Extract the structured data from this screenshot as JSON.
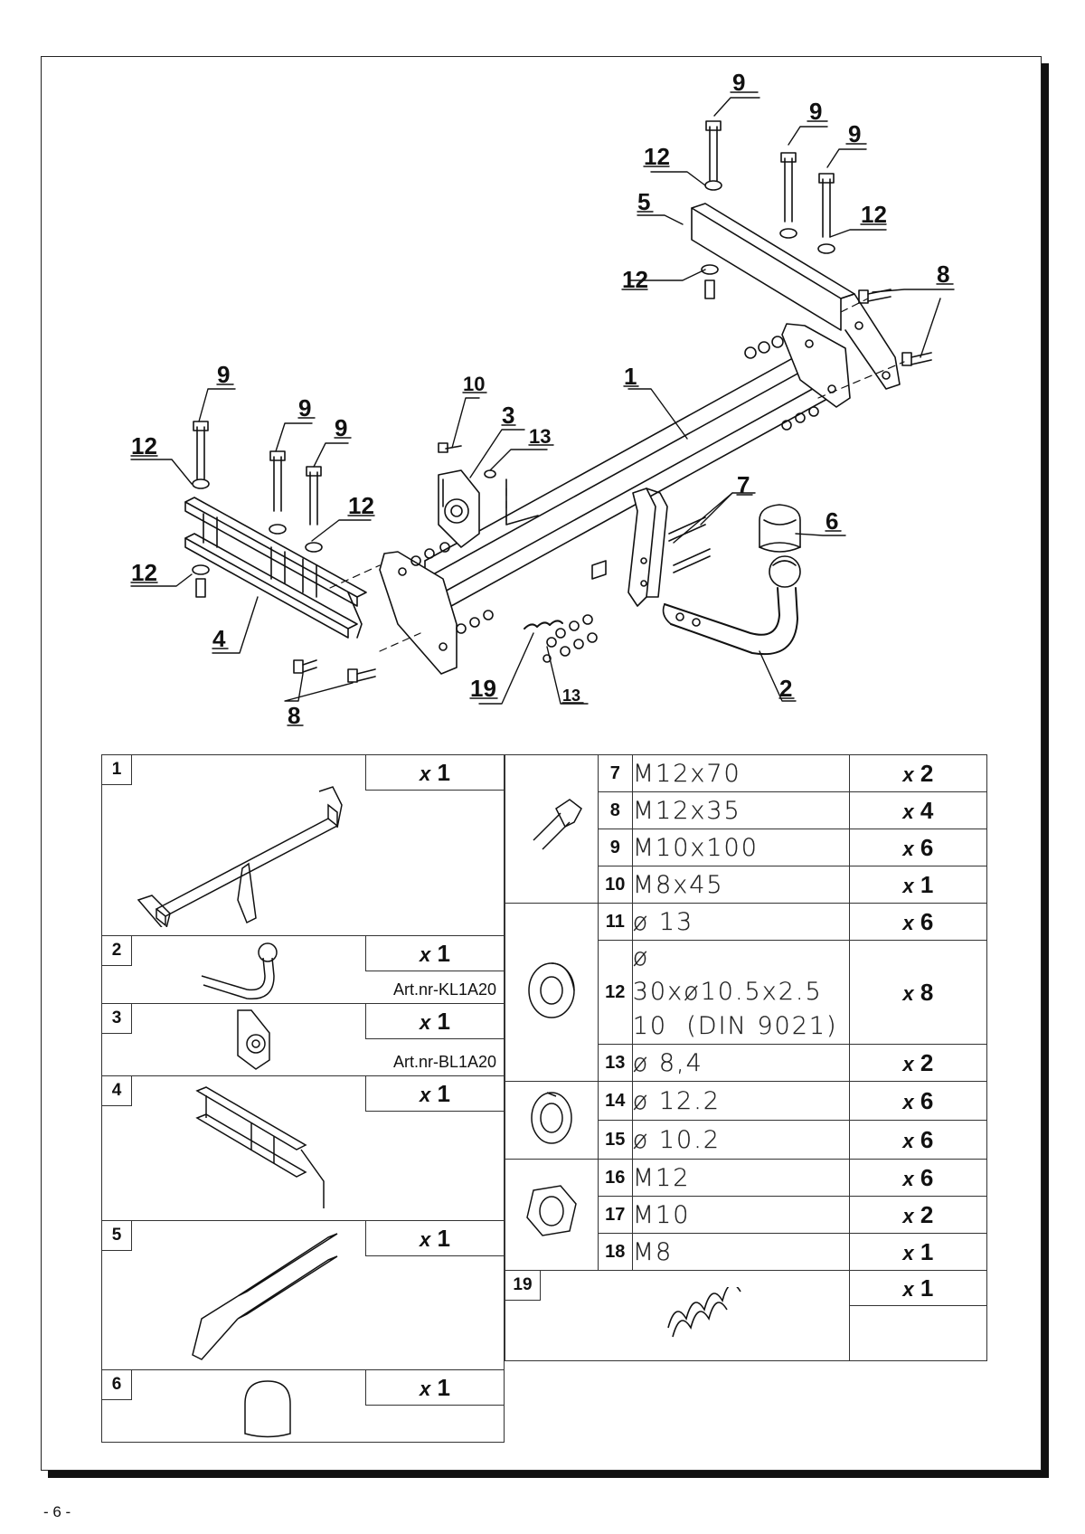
{
  "page_number": "- 6 -",
  "callouts": [
    "9",
    "9",
    "9",
    "12",
    "5",
    "12",
    "12",
    "8",
    "8",
    "1",
    "10",
    "3",
    "13",
    "9",
    "9",
    "9",
    "12",
    "12",
    "12",
    "4",
    "8",
    "19",
    "13",
    "2",
    "7",
    "6"
  ],
  "left_parts": [
    {
      "number": "1",
      "qty_prefix": "x",
      "qty": "1",
      "art": ""
    },
    {
      "number": "2",
      "qty_prefix": "x",
      "qty": "1",
      "art": "Art.nr-KL1A20"
    },
    {
      "number": "3",
      "qty_prefix": "x",
      "qty": "1",
      "art": "Art.nr-BL1A20"
    },
    {
      "number": "4",
      "qty_prefix": "x",
      "qty": "1",
      "art": ""
    },
    {
      "number": "5",
      "qty_prefix": "x",
      "qty": "1",
      "art": ""
    },
    {
      "number": "6",
      "qty_prefix": "x",
      "qty": "1",
      "art": ""
    }
  ],
  "hardware_parts": [
    {
      "number": "7",
      "spec": "M12x70",
      "qty_prefix": "x",
      "qty": "2"
    },
    {
      "number": "8",
      "spec": "M12x35",
      "qty_prefix": "x",
      "qty": "4"
    },
    {
      "number": "9",
      "spec": "M10x100",
      "qty_prefix": "x",
      "qty": "6"
    },
    {
      "number": "10",
      "spec": "M8x45",
      "qty_prefix": "x",
      "qty": "1"
    },
    {
      "number": "11",
      "spec": "ø 13",
      "qty_prefix": "x",
      "qty": "6"
    },
    {
      "number": "12",
      "spec": "ø 30xø10.5x2.5",
      "spec2": "10  (DIN 9021)",
      "qty_prefix": "x",
      "qty": "8"
    },
    {
      "number": "13",
      "spec": "ø 8,4",
      "qty_prefix": "x",
      "qty": "2"
    },
    {
      "number": "14",
      "spec": "ø 12.2",
      "qty_prefix": "x",
      "qty": "6"
    },
    {
      "number": "15",
      "spec": "ø 10.2",
      "qty_prefix": "x",
      "qty": "6"
    },
    {
      "number": "16",
      "spec": "M12",
      "qty_prefix": "x",
      "qty": "6"
    },
    {
      "number": "17",
      "spec": "M10",
      "qty_prefix": "x",
      "qty": "2"
    },
    {
      "number": "18",
      "spec": "M8",
      "qty_prefix": "x",
      "qty": "1"
    },
    {
      "number": "19",
      "spec": "",
      "qty_prefix": "x",
      "qty": "1"
    }
  ]
}
